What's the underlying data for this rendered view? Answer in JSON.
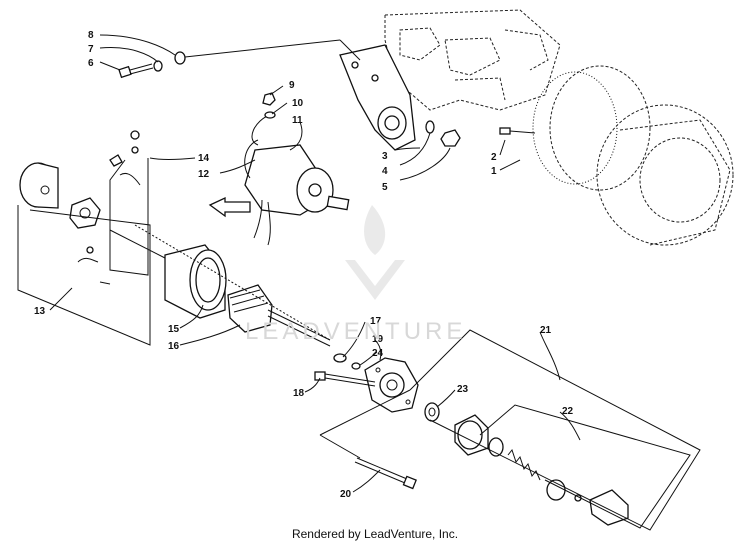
{
  "callouts": [
    "1",
    "2",
    "3",
    "4",
    "5",
    "6",
    "7",
    "8",
    "9",
    "10",
    "11",
    "12",
    "13",
    "14",
    "15",
    "16",
    "17",
    "18",
    "19",
    "20",
    "21",
    "22",
    "23",
    "24"
  ],
  "watermark": "LEADVENTURE",
  "footer": "Rendered by LeadVenture, Inc."
}
